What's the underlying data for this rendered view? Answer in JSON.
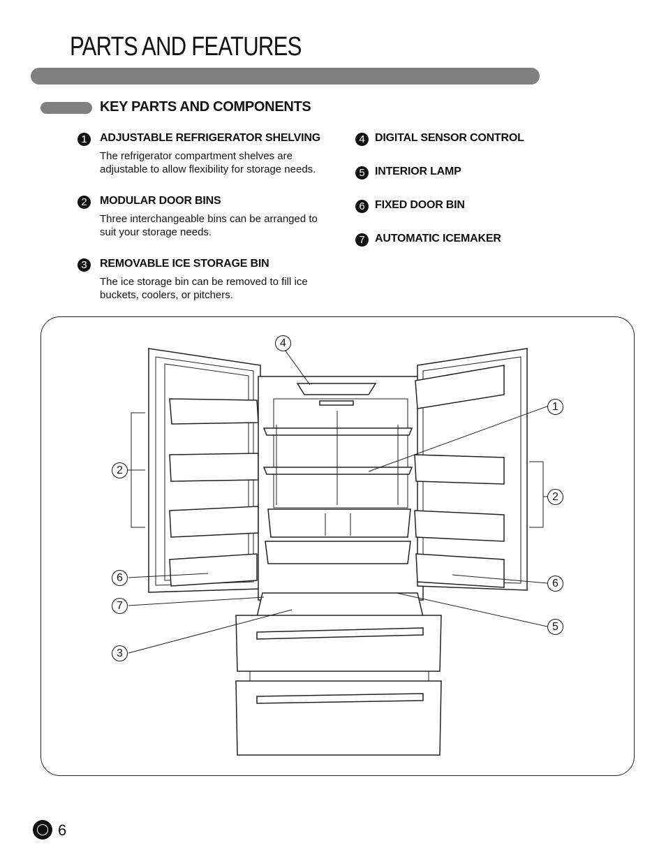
{
  "header": {
    "title": "PARTS AND FEATURES"
  },
  "section": {
    "title": "KEY PARTS AND COMPONENTS"
  },
  "items": [
    {
      "number": "1",
      "heading": "ADJUSTABLE REFRIGERATOR SHELVING",
      "description": "The refrigerator compartment shelves are adjustable to allow flexibility for storage needs."
    },
    {
      "number": "2",
      "heading": "MODULAR DOOR BINS",
      "description": "Three interchangeable bins can be arranged to suit your storage needs."
    },
    {
      "number": "3",
      "heading": "REMOVABLE ICE STORAGE BIN",
      "description": "The ice storage bin can be removed to fill ice buckets, coolers, or pitchers."
    },
    {
      "number": "4",
      "heading": "DIGITAL SENSOR CONTROL"
    },
    {
      "number": "5",
      "heading": "INTERIOR LAMP"
    },
    {
      "number": "6",
      "heading": "FIXED DOOR BIN"
    },
    {
      "number": "7",
      "heading": "AUTOMATIC ICEMAKER"
    }
  ],
  "callouts": [
    "4",
    "1",
    "2",
    "2",
    "6",
    "6",
    "7",
    "5",
    "3"
  ],
  "footer": {
    "page_number": "6",
    "logo_icon": "lg-logo-icon"
  }
}
